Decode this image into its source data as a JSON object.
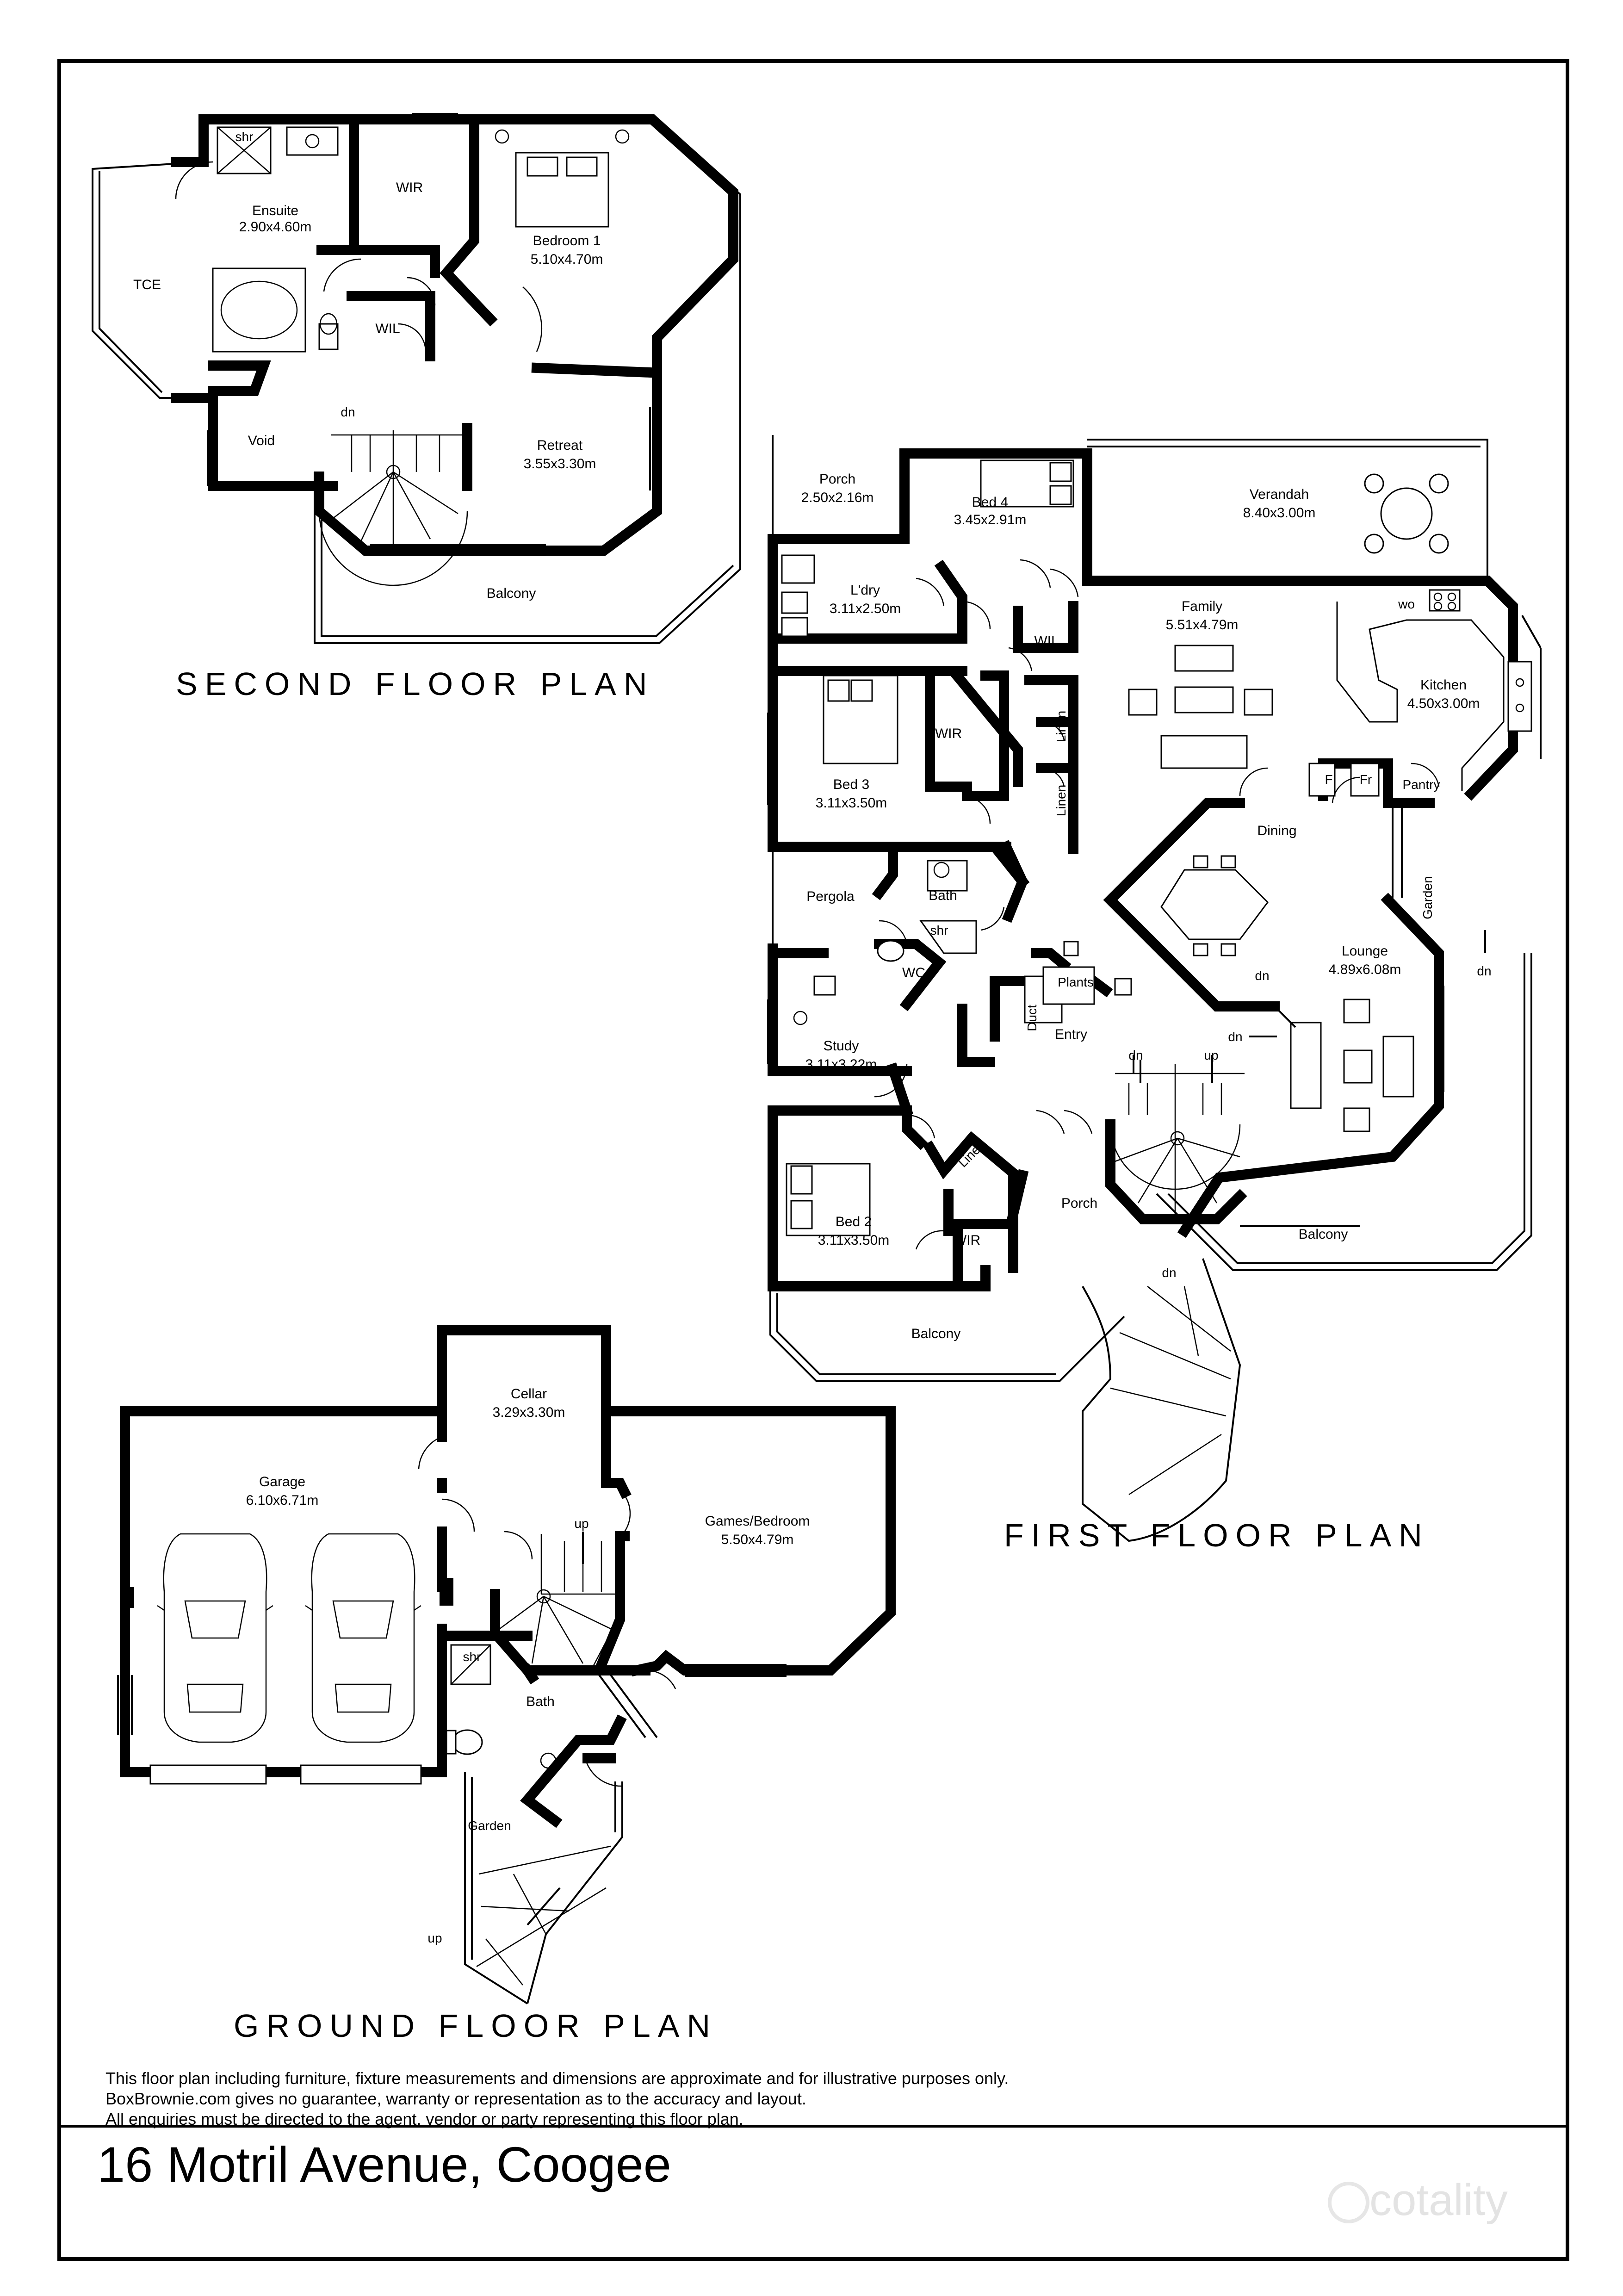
{
  "floors": {
    "second": {
      "title": "SECOND FLOOR PLAN",
      "rooms": {
        "ensuite": {
          "name": "Ensuite",
          "dims": "2.90x4.60m"
        },
        "wir": {
          "name": "WIR"
        },
        "bedroom1": {
          "name": "Bedroom 1",
          "dims": "5.10x4.70m"
        },
        "tce": {
          "name": "TCE"
        },
        "wil": {
          "name": "WIL"
        },
        "void": {
          "name": "Void"
        },
        "retreat": {
          "name": "Retreat",
          "dims": "3.55x3.30m"
        },
        "balcony": {
          "name": "Balcony"
        }
      },
      "labels": {
        "shr": "shr",
        "dn": "dn"
      }
    },
    "first": {
      "title": "FIRST FLOOR PLAN",
      "rooms": {
        "porch_top": {
          "name": "Porch",
          "dims": "2.50x2.16m"
        },
        "bed4": {
          "name": "Bed 4",
          "dims": "3.45x2.91m"
        },
        "verandah": {
          "name": "Verandah",
          "dims": "8.40x3.00m"
        },
        "laundry": {
          "name": "L'dry",
          "dims": "3.11x2.50m"
        },
        "family": {
          "name": "Family",
          "dims": "5.51x4.79m"
        },
        "wil": {
          "name": "WIL"
        },
        "wo": {
          "name": "wo"
        },
        "kitchen": {
          "name": "Kitchen",
          "dims": "4.50x3.00m"
        },
        "bed3": {
          "name": "Bed 3",
          "dims": "3.11x3.50m"
        },
        "wir_bed3": {
          "name": "WIR"
        },
        "linen1": {
          "name": "Linen"
        },
        "linen2": {
          "name": "Linen"
        },
        "fridge": {
          "name": "F"
        },
        "freezer": {
          "name": "Fr"
        },
        "pantry": {
          "name": "Pantry"
        },
        "dining": {
          "name": "Dining"
        },
        "garden": {
          "name": "Garden"
        },
        "pergola": {
          "name": "Pergola"
        },
        "bath": {
          "name": "Bath"
        },
        "wc": {
          "name": "WC"
        },
        "plants": {
          "name": "Plants"
        },
        "duct": {
          "name": "Duct"
        },
        "lounge": {
          "name": "Lounge",
          "dims": "4.89x6.08m"
        },
        "study": {
          "name": "Study",
          "dims": "3.11x3.22m"
        },
        "entry": {
          "name": "Entry"
        },
        "linen3": {
          "name": "Linen"
        },
        "bed2": {
          "name": "Bed 2",
          "dims": "3.11x3.50m"
        },
        "wir_bed2": {
          "name": "WIR"
        },
        "porch": {
          "name": "Porch"
        },
        "balcony_right": {
          "name": "Balcony"
        },
        "balcony_left": {
          "name": "Balcony"
        }
      },
      "labels": {
        "shr": "shr",
        "dn": "dn",
        "up": "up"
      }
    },
    "ground": {
      "title": "GROUND FLOOR PLAN",
      "rooms": {
        "cellar": {
          "name": "Cellar",
          "dims": "3.29x3.30m"
        },
        "garage": {
          "name": "Garage",
          "dims": "6.10x6.71m"
        },
        "games": {
          "name": "Games/Bedroom",
          "dims": "5.50x4.79m"
        },
        "bath": {
          "name": "Bath"
        },
        "garden": {
          "name": "Garden"
        }
      },
      "labels": {
        "shr": "shr",
        "up": "up"
      }
    }
  },
  "disclaimer": [
    "This floor plan including furniture, fixture measurements and dimensions are approximate and for illustrative purposes only.",
    "BoxBrownie.com gives no guarantee, warranty or representation as to the accuracy and layout.",
    "All enquiries must be directed to the agent, vendor or party representing this floor plan."
  ],
  "address": "16 Motril Avenue, Coogee",
  "watermark": "cotality"
}
